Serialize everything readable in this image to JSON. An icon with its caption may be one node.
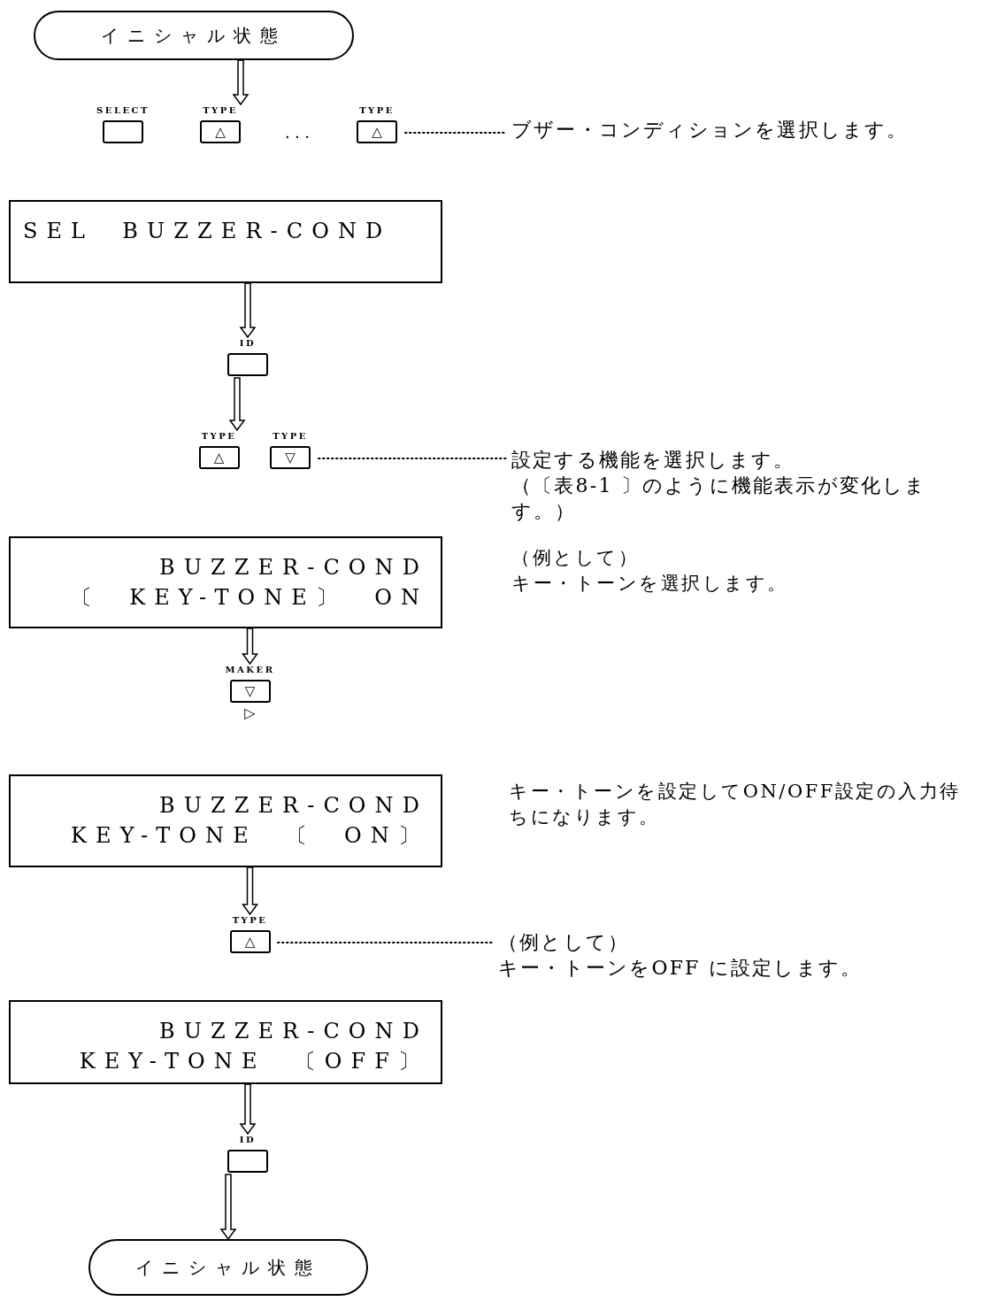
{
  "diagram": {
    "nodes": [
      {
        "text": [
          "イニシャル状態"
        ]
      },
      {
        "text": [
          "SELECT"
        ]
      },
      {
        "text": [
          "TYPE",
          "△"
        ]
      },
      {
        "text": [
          "TYPE",
          "△"
        ]
      },
      {
        "text": [
          "ブザー・コンディションを選択します。"
        ]
      },
      {
        "text": [
          "SEL BUZZER-COND"
        ]
      },
      {
        "text": [
          "ID"
        ]
      },
      {
        "text": [
          "TYPE",
          "△"
        ]
      },
      {
        "text": [
          "TYPE",
          "▽"
        ]
      },
      {
        "text": [
          "設定する機能を選択します。",
          "（〔表8-1 〕のように機能表示が変化します。）"
        ]
      },
      {
        "text": [
          "BUZZER-COND",
          "〔 KEY-TONE〕 ON"
        ],
        "beside": [
          "（例として）",
          "キー・トーンを選択します。"
        ]
      },
      {
        "text": [
          "MAKER",
          "▽",
          "▷"
        ]
      },
      {
        "text": [
          "BUZZER-COND",
          "KEY-TONE 〔 ON〕"
        ],
        "beside": [
          "キー・トーンを設定してON/OFF設定の入力待ちになります。"
        ]
      },
      {
        "text": [
          "TYPE",
          "△"
        ]
      },
      {
        "text": [
          "（例として）",
          "キー・トーンをOFF に設定します。"
        ]
      },
      {
        "text": [
          "BUZZER-COND",
          "KEY-TONE 〔OFF〕"
        ]
      },
      {
        "text": [
          "ID"
        ]
      },
      {
        "text": [
          "イニシャル状態"
        ]
      }
    ],
    "edges": [
      {
        "from": 0,
        "to": 2,
        "arrow": "to"
      },
      {
        "from": 5,
        "to": 6,
        "arrow": "to"
      },
      {
        "from": 6,
        "to": 7,
        "arrow": "to"
      },
      {
        "from": 10,
        "to": 11,
        "arrow": "to"
      },
      {
        "from": 12,
        "to": 13,
        "arrow": "to"
      },
      {
        "from": 15,
        "to": 16,
        "arrow": "to"
      },
      {
        "from": 16,
        "to": 17,
        "arrow": "to"
      },
      {
        "from": 3,
        "to": 4,
        "arrow": "none",
        "style": "dashed"
      },
      {
        "from": 8,
        "to": 9,
        "arrow": "none",
        "style": "dashed"
      },
      {
        "from": 13,
        "to": 14,
        "arrow": "none",
        "style": "dashed"
      }
    ],
    "labels": [
      "..."
    ]
  }
}
